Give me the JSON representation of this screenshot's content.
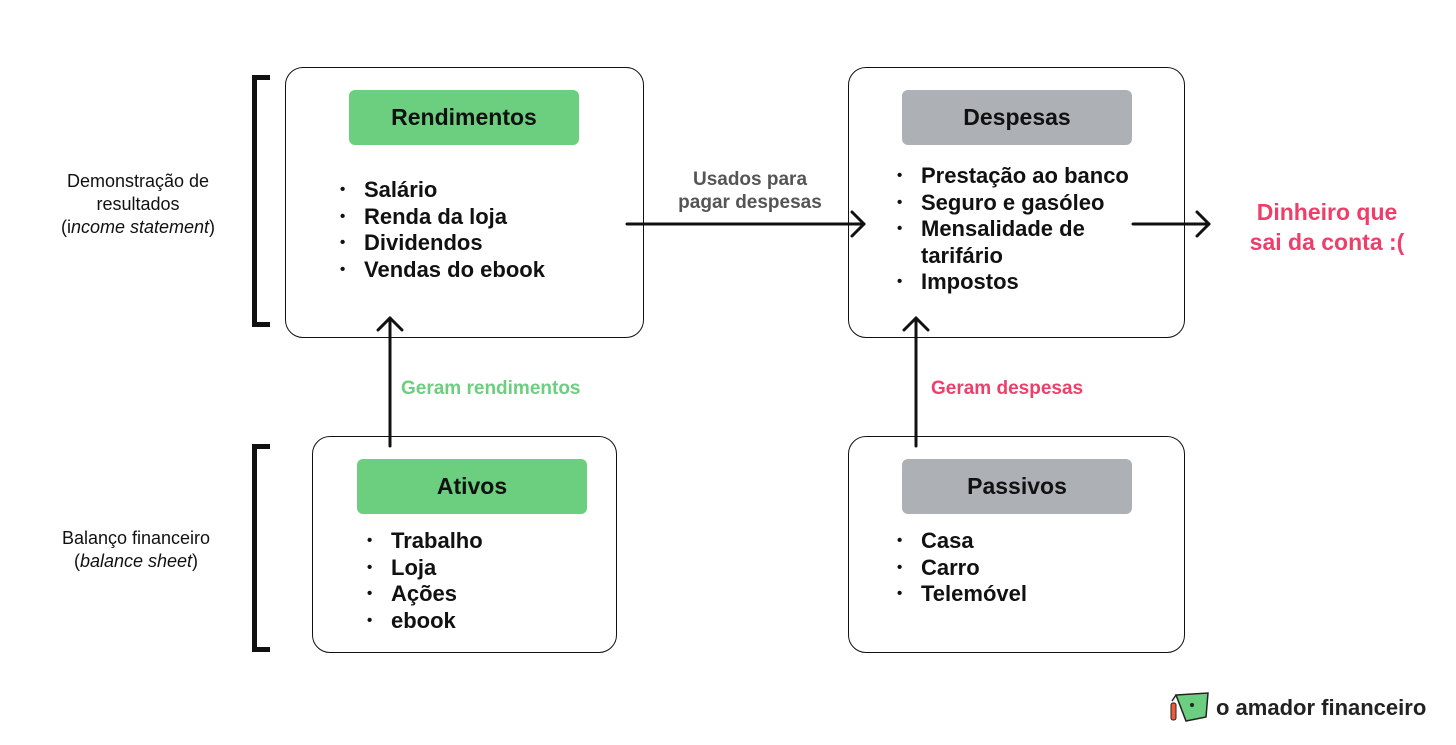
{
  "left_labels": {
    "income": {
      "line1": "Demonstração de",
      "line2": "resultados",
      "line3_prefix": "(i",
      "line3_italic": "ncome statement",
      "line3_suffix": ")"
    },
    "balance": {
      "line1": "Balanço financeiro",
      "line2_prefix": "(",
      "line2_italic": "balance sheet",
      "line2_suffix": ")"
    }
  },
  "boxes": {
    "rendimentos": {
      "title": "Rendimentos",
      "items": [
        "Salário",
        "Renda da loja",
        "Dividendos",
        "Vendas do ebook"
      ]
    },
    "despesas": {
      "title": "Despesas",
      "items": [
        "Prestação ao banco",
        "Seguro e gasóleo",
        "Mensalidade de",
        "tarifário",
        "Impostos"
      ]
    },
    "ativos": {
      "title": "Ativos",
      "items": [
        "Trabalho",
        "Loja",
        "Ações",
        "ebook"
      ]
    },
    "passivos": {
      "title": "Passivos",
      "items": [
        "Casa",
        "Carro",
        "Telemóvel"
      ]
    }
  },
  "flows": {
    "usados": {
      "line1": "Usados para",
      "line2": "pagar despesas"
    },
    "geram_rendimentos": "Geram rendimentos",
    "geram_despesas": "Geram despesas",
    "dinheiro": {
      "line1": "Dinheiro que",
      "line2": "sai da conta :("
    }
  },
  "brand": {
    "name": "o amador financeiro",
    "icon": "leaf-mascot-icon"
  },
  "colors": {
    "green": "#6bcf7f",
    "gray": "#adb0b5",
    "pink": "#ef3e6a",
    "label_green": "#6bcf7f",
    "label_gray": "#555555"
  }
}
